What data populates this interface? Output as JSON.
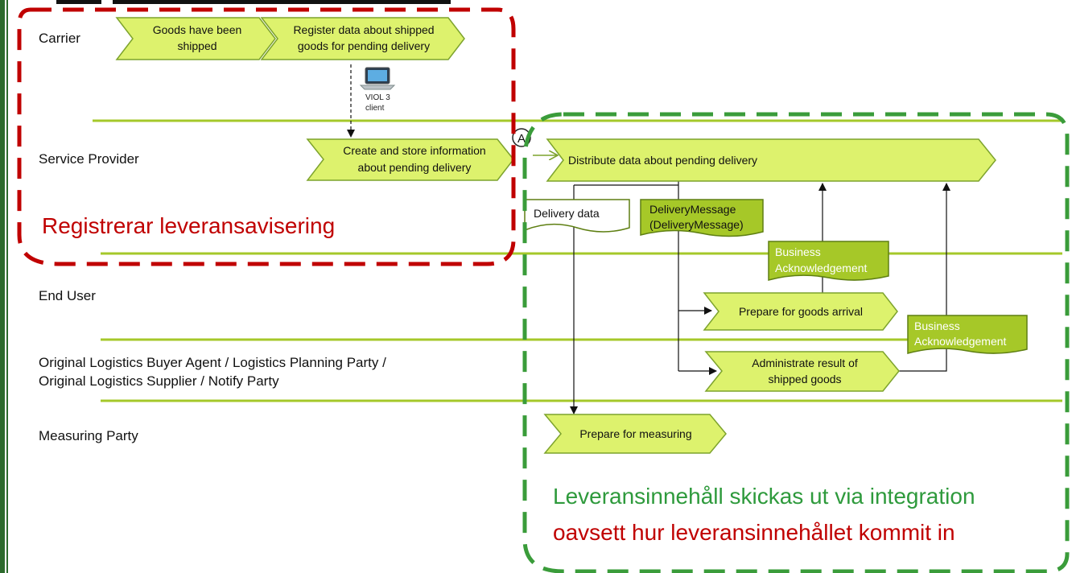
{
  "lanes": [
    {
      "id": "carrier",
      "label": "Carrier"
    },
    {
      "id": "service-provider",
      "label": "Service Provider"
    },
    {
      "id": "end-user",
      "label": "End User"
    },
    {
      "id": "original-logistics",
      "label_line1": "Original Logistics Buyer Agent / Logistics Planning Party /",
      "label_line2": "Original Logistics Supplier / Notify Party"
    },
    {
      "id": "measuring-party",
      "label": "Measuring Party"
    }
  ],
  "steps": {
    "goods_shipped": {
      "line1": "Goods have been",
      "line2": "shipped"
    },
    "register_data": {
      "line1": "Register data about shipped",
      "line2": "goods for pending delivery"
    },
    "create_store": {
      "line1": "Create and store information",
      "line2": "about pending delivery"
    },
    "distribute": {
      "line1": "Distribute data about pending delivery"
    },
    "prepare_arrival": {
      "line1": "Prepare for goods arrival"
    },
    "administrate": {
      "line1": "Administrate result of",
      "line2": "shipped goods"
    },
    "prepare_measuring": {
      "line1": "Prepare for measuring"
    }
  },
  "documents": {
    "delivery_data": {
      "line1": "Delivery data"
    },
    "delivery_message": {
      "line1": "DeliveryMessage",
      "line2": "(DeliveryMessage)"
    },
    "business_ack_1": {
      "line1": "Business",
      "line2": "Acknowledgement"
    },
    "business_ack_2": {
      "line1": "Business",
      "line2": "Acknowledgement"
    }
  },
  "client": {
    "icon": "laptop-icon",
    "line1": "VIOL 3",
    "line2": "client"
  },
  "connector": {
    "label": "A"
  },
  "callouts": {
    "red": {
      "text": "Registrerar leveransavisering",
      "color": "#c00000"
    },
    "green_line1": {
      "text": "Leveransinnehåll skickas ut via integration",
      "color": "#2e9a3c"
    },
    "green_line2": {
      "text": "oavsett hur leveransinnehållet kommit in",
      "color": "#c00000"
    }
  },
  "colors": {
    "step_fill": "#ddf26d",
    "step_stroke": "#7da32d",
    "doc_fill": "#a6c828",
    "doc_stroke": "#5e7f12",
    "lane_line": "#a5c82a",
    "red_dash": "#c00000",
    "green_dash": "#3a9c3a",
    "side_bar": "#2c6a2c"
  }
}
